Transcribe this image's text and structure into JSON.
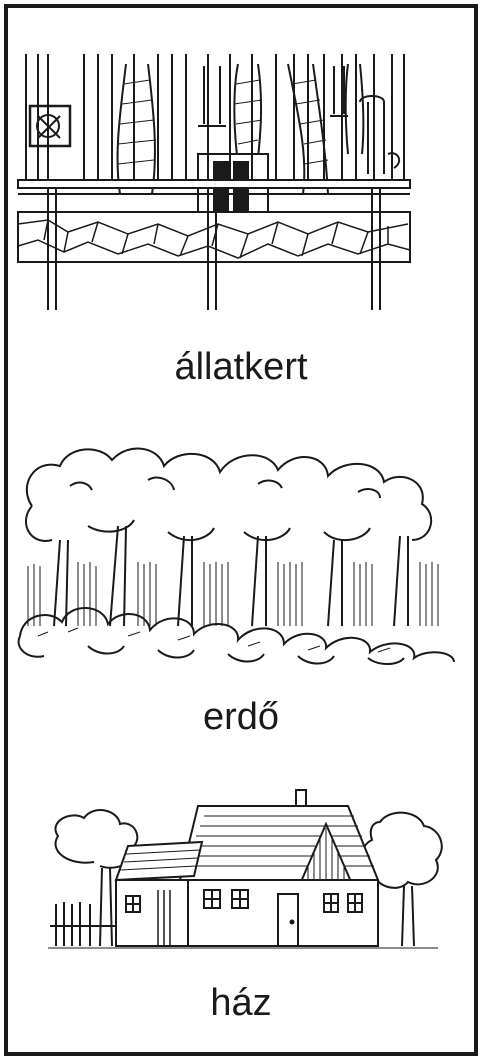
{
  "cards": [
    {
      "label": "állatkert",
      "icon": "zoo-cage-drawing"
    },
    {
      "label": "erdő",
      "icon": "forest-drawing"
    },
    {
      "label": "ház",
      "icon": "house-drawing"
    }
  ],
  "colors": {
    "ink": "#1a1a1a",
    "paper": "#ffffff"
  }
}
